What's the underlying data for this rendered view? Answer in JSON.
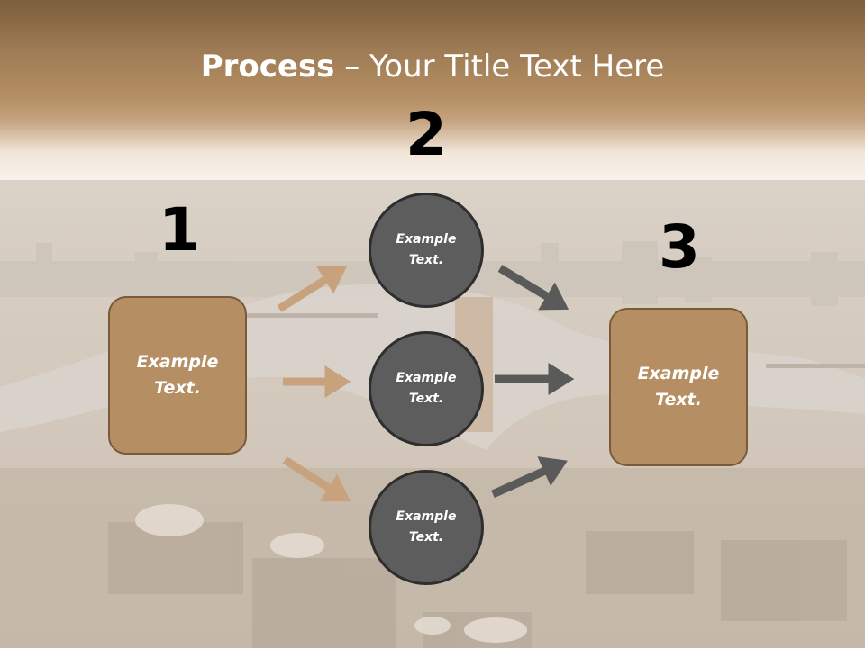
{
  "title": {
    "bold": "Process",
    "rest": " – Your Title Text Here"
  },
  "steps": {
    "one": "1",
    "two": "2",
    "three": "3"
  },
  "left_box": {
    "text": "Example\nText."
  },
  "right_box": {
    "text": "Example\nText."
  },
  "circles": [
    {
      "text": "Example\nText."
    },
    {
      "text": "Example\nText."
    },
    {
      "text": "Example\nText."
    }
  ],
  "colors": {
    "brown_arrow": "#c8a27c",
    "gray_arrow": "#5a5a5a",
    "box_fill": "#b58f63",
    "circle_fill": "#5d5d5d"
  }
}
